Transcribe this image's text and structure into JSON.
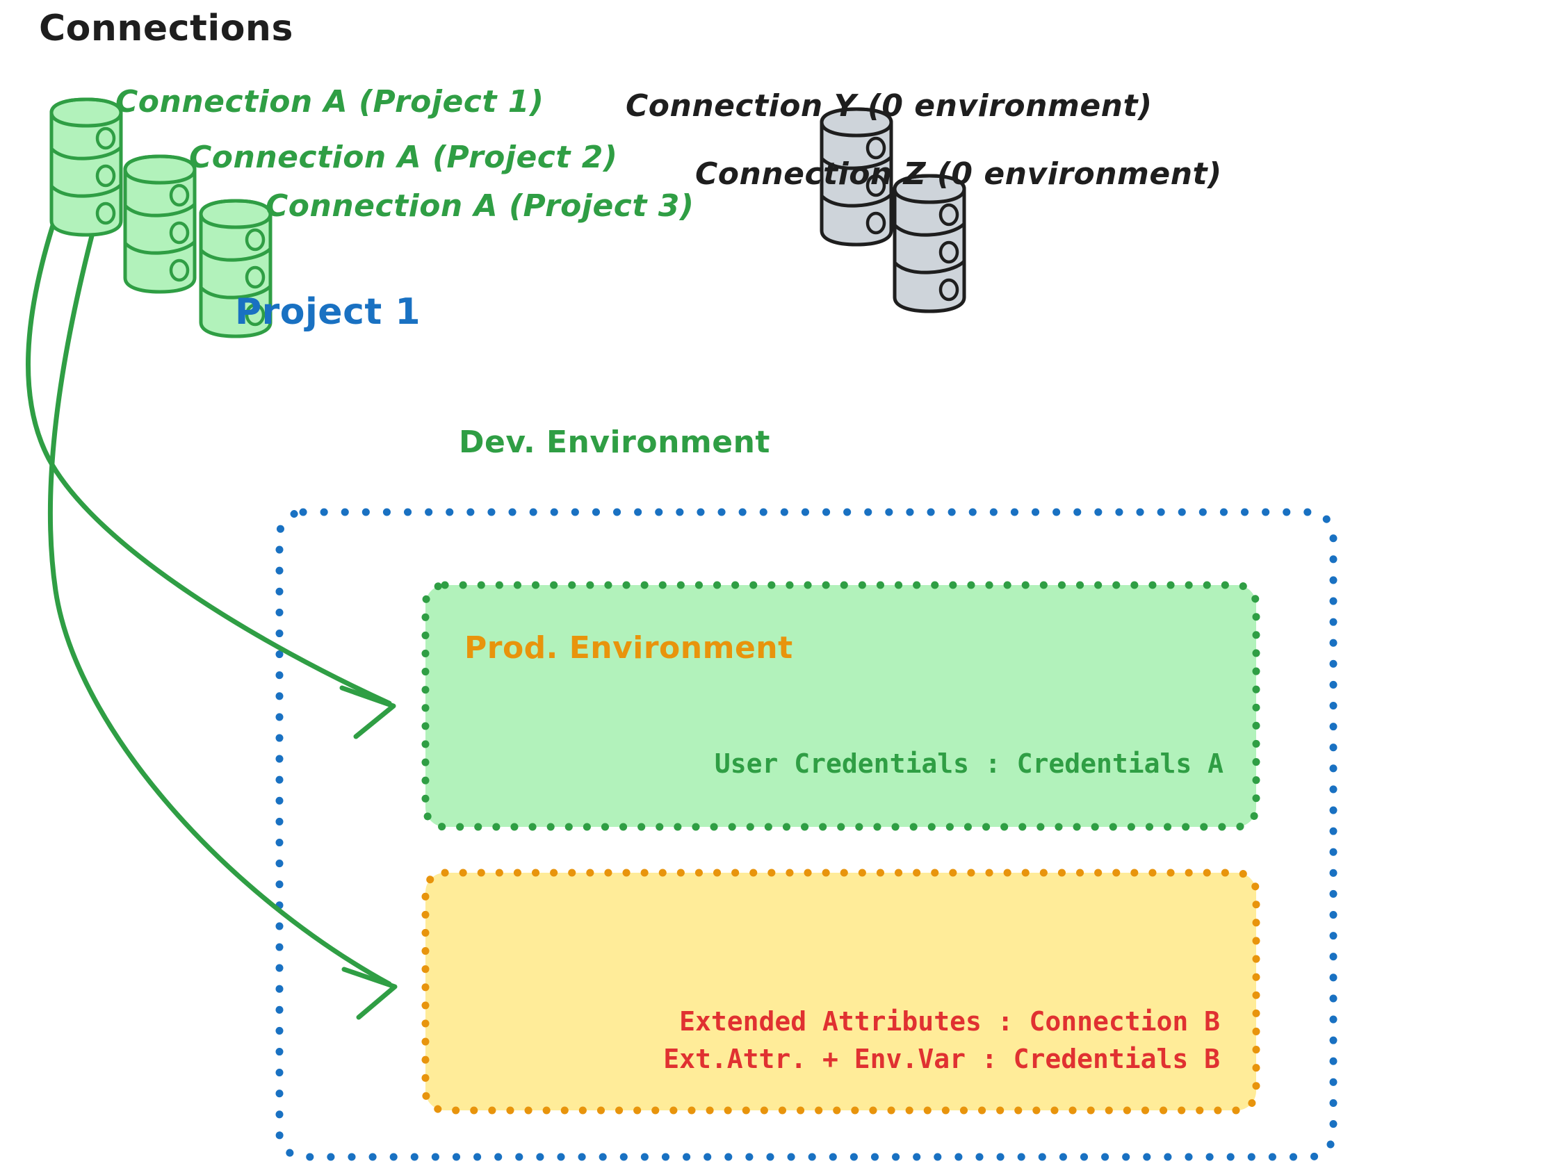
{
  "diagram": {
    "title": "Connections",
    "background": "#ffffff"
  },
  "colors": {
    "green_stroke": "#2f9e44",
    "green_fill": "#b2f2bb",
    "gray_stroke": "#1e1e1e",
    "gray_fill": "#ced4da",
    "blue": "#1971c2",
    "orange": "#e8940c",
    "yellow_fill": "#ffec99",
    "red": "#e03131",
    "black": "#1e1e1e"
  },
  "connections": {
    "green": [
      {
        "id": "conn-a-project-1",
        "label": "Connection A (Project 1)",
        "color": "#2f9e44",
        "icon": "database-icon"
      },
      {
        "id": "conn-a-project-2",
        "label": "Connection A (Project 2)",
        "color": "#2f9e44",
        "icon": "database-icon"
      },
      {
        "id": "conn-a-project-3",
        "label": "Connection A (Project 3)",
        "color": "#2f9e44",
        "icon": "database-icon"
      }
    ],
    "gray": [
      {
        "id": "conn-y",
        "label": "Connection Y (0 environment)",
        "color": "#1e1e1e",
        "icon": "database-icon"
      },
      {
        "id": "conn-z",
        "label": "Connection Z (0 environment)",
        "color": "#1e1e1e",
        "icon": "database-icon"
      }
    ]
  },
  "project": {
    "title": "Project 1",
    "border_style": "dotted",
    "border_color": "#1971c2",
    "environments": [
      {
        "id": "dev-environment",
        "title": "Dev. Environment",
        "border_color": "#2f9e44",
        "fill": "#b2f2bb",
        "lines": [
          {
            "text": "User Credentials : Credentials A",
            "color": "#2f9e44"
          }
        ]
      },
      {
        "id": "prod-environment",
        "title": "Prod. Environment",
        "border_color": "#e8940c",
        "fill": "#ffec99",
        "lines": [
          {
            "text": "Extended Attributes : Connection B",
            "color": "#e03131"
          },
          {
            "text": "Ext.Attr. + Env.Var : Credentials B",
            "color": "#e03131"
          }
        ]
      }
    ]
  },
  "arrows": [
    {
      "id": "arrow-conn-a-to-dev",
      "from": "conn-a-project-1",
      "to": "dev-environment",
      "color": "#2f9e44"
    },
    {
      "id": "arrow-conn-a-to-prod",
      "from": "conn-a-project-1",
      "to": "prod-environment",
      "color": "#2f9e44"
    }
  ]
}
